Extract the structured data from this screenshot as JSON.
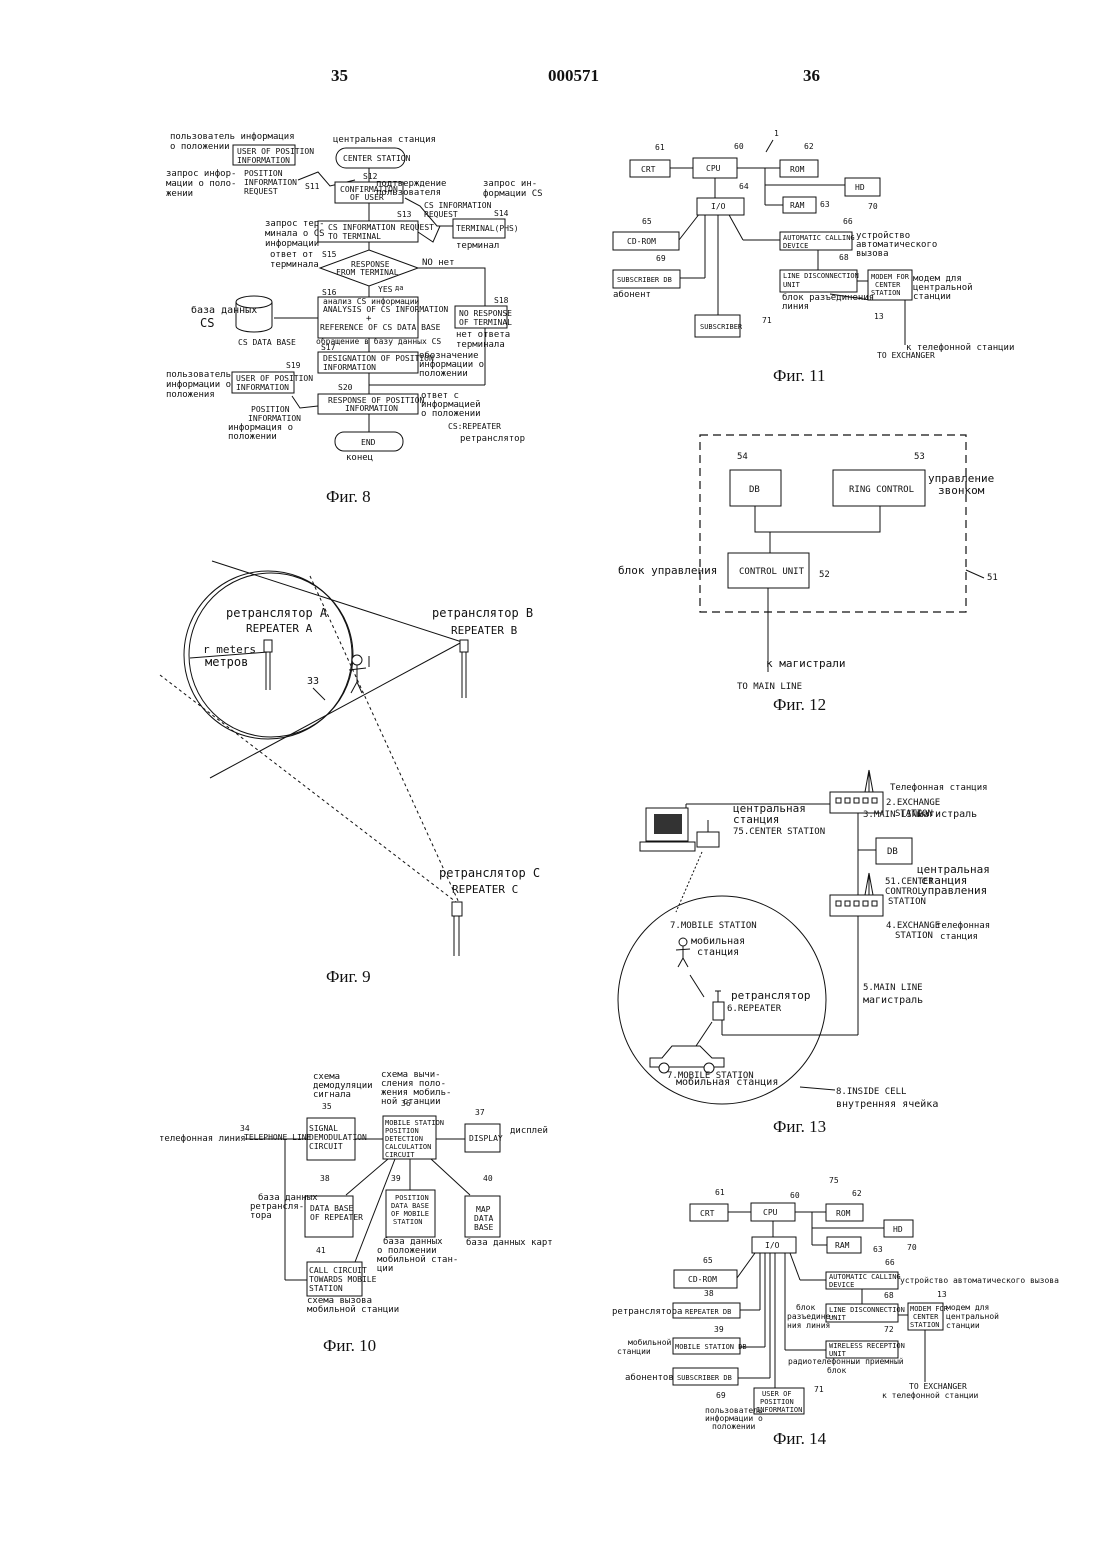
{
  "header": {
    "page_left": "35",
    "doc_number": "000571",
    "page_right": "36"
  },
  "fig8": {
    "caption": "Фиг. 8",
    "user_pos_ru1": "пользователь информация",
    "user_pos_ru2": "о положении",
    "user_pos_en1": "USER OF POSITION",
    "user_pos_en2": "INFORMATION",
    "center_ru": "центральная станция",
    "center_en": "CENTER STATION",
    "req_ru1": "запрос инфор-",
    "req_ru2": "мации о поло-",
    "req_ru3": "жении",
    "req_en1": "POSITION",
    "req_en2": "INFORMATION",
    "req_en3": "REQUEST",
    "s11": "S11",
    "s12": "S12",
    "s13": "S13",
    "s14": "S14",
    "s15": "S15",
    "s16": "S16",
    "s17": "S17",
    "s18": "S18",
    "s19": "S19",
    "s20": "S20",
    "confirm_ru1": "подтверждение",
    "confirm_ru2": "пользователя",
    "confirm_en1": "CONFIRMATION",
    "confirm_en2": "OF USER",
    "cs_req_ru1": "запрос ин-",
    "cs_req_ru2": "формации CS",
    "cs_req_en1": "CS INFORMATION",
    "cs_req_en2": "REQUEST",
    "term_req_ru1": "запрос тер-",
    "term_req_ru2": "минала о CS",
    "term_req_ru3": "информации",
    "term_req_en1": "CS INFORMATION REQUEST",
    "term_req_en2": "TO TERMINAL",
    "terminal_en": "TERMINAL(PHS)",
    "terminal_ru": "терминал",
    "resp_ru1": "ответ от",
    "resp_ru2": "терминала",
    "resp_en1": "RESPONSE",
    "resp_en2": "FROM TERMINAL",
    "no": "NO  нет",
    "yes": "YES",
    "yes_ru": "да",
    "db_ru1": "база данных",
    "db_ru2": "CS",
    "db_en": "CS DATA BASE",
    "analysis_ru": "анализ  CS информации",
    "analysis_en1": "ANALYSIS OF CS INFORMATION",
    "analysis_plus": "+",
    "analysis_en2": "REFERENCE OF CS DATA BASE",
    "analysis_ru2": "обращение в базу данных CS",
    "noresp_en1": "NO RESPONSE",
    "noresp_en2": "OF TERMINAL",
    "noresp_ru1": "нет ответа",
    "noresp_ru2": "терминала",
    "design_en1": "DESIGNATION OF POSITION",
    "design_en2": "INFORMATION",
    "design_ru1": "обозначение",
    "design_ru2": "информации о",
    "design_ru3": "положении",
    "user2_ru1": "пользователь",
    "user2_ru2": "информации о",
    "user2_ru3": "положения",
    "user2_en1": "USER OF POSITION",
    "user2_en2": "INFORMATION",
    "posinfo_en1": "POSITION",
    "posinfo_en2": "INFORMATION",
    "posinfo_ru1": "информация о",
    "posinfo_ru2": "положении",
    "response_en1": "RESPONSE OF POSITION",
    "response_en2": "INFORMATION",
    "response_ru1": "ответ с",
    "response_ru2": "информацией",
    "response_ru3": "о положении",
    "end_en": "END",
    "end_ru": "конец",
    "legend_en": "CS:REPEATER",
    "legend_ru": "ретранслятор"
  },
  "fig9": {
    "caption": "Фиг. 9",
    "rep_a_ru": "ретранслятор A",
    "rep_a_en": "REPEATER A",
    "rep_b_ru": "ретранслятор B",
    "rep_b_en": "REPEATER B",
    "rep_c_ru": "ретранслятор C",
    "rep_c_en": "REPEATER C",
    "r_meters": "r meters",
    "r_ru": "метров",
    "n33": "33"
  },
  "fig10": {
    "caption": "Фиг. 10",
    "tel_ru": "телефонная линия",
    "tel_en": "TELEPHONE LINE",
    "n34": "34",
    "n35": "35",
    "n36": "36",
    "n37": "37",
    "n38": "38",
    "n39": "39",
    "n40": "40",
    "n41": "41",
    "demod_ru1": "схема",
    "demod_ru2": "демодуляции",
    "demod_ru3": "сигнала",
    "demod_en1": "SIGNAL",
    "demod_en2": "DEMODULATION",
    "demod_en3": "CIRCUIT",
    "calc_ru1": "схема вычи-",
    "calc_ru2": "сления поло-",
    "calc_ru3": "жения мобиль-",
    "calc_ru4": "ной станции",
    "calc_en1": "MOBILE STATION",
    "calc_en2": "POSITION",
    "calc_en3": "DETECTION",
    "calc_en4": "CALCULATION",
    "calc_en5": "CIRCUIT",
    "display_en": "DISPLAY",
    "display_ru": "дисплей",
    "rdb_ru1": "база данных",
    "rdb_ru2": "ретрансля-",
    "rdb_ru3": "тора",
    "rdb_en1": "DATA BASE",
    "rdb_en2": "OF REPEATER",
    "pdb_en1": "POSITION",
    "pdb_en2": "DATA BASE",
    "pdb_en3": "OF MOBILE",
    "pdb_en4": "STATION",
    "pdb_ru1": "база данных",
    "pdb_ru2": "о положении",
    "pdb_ru3": "мобильной стан-",
    "pdb_ru4": "ции",
    "map_en1": "MAP",
    "map_en2": "DATA",
    "map_en3": "BASE",
    "map_ru": "база данных карт",
    "call_en1": "CALL CIRCUIT",
    "call_en2": "TOWARDS MOBILE",
    "call_en3": "STATION",
    "call_ru1": "схема вызова",
    "call_ru2": "мобильной станции"
  },
  "fig11": {
    "caption": "Фиг. 11",
    "n1": "1",
    "n60": "60",
    "n61": "61",
    "n62": "62",
    "n63": "63",
    "n64": "64",
    "n65": "65",
    "n66": "66",
    "n68": "68",
    "n69": "69",
    "n70": "70",
    "n71": "71",
    "n13": "13",
    "crt": "CRT",
    "cpu": "CPU",
    "rom": "ROM",
    "hd": "HD",
    "ram": "RAM",
    "io": "I/O",
    "cdrom": "CD-ROM",
    "acd_en1": "AUTOMATIC CALLING",
    "acd_en2": "DEVICE",
    "acd_ru1": "устройство",
    "acd_ru2": "автоматического",
    "acd_ru3": "вызова",
    "sdb": "SUBSCRIBER DB",
    "sdb_ru": "абонент",
    "ldu_en1": "LINE DISCONNECTION",
    "ldu_en2": "UNIT",
    "ldu_ru1": "блок разъединения",
    "ldu_ru2": "линия",
    "modem_en1": "MODEM FOR",
    "modem_en2": "CENTER",
    "modem_en3": "STATION",
    "modem_ru1": "модем для",
    "modem_ru2": "центральной",
    "modem_ru3": "станции",
    "subscriber": "SUBSCRIBER",
    "to_ex_ru": "к телефонной станции",
    "to_ex_en": "TO EXCHANGER"
  },
  "fig12": {
    "caption": "Фиг. 12",
    "n51": "51",
    "n52": "52",
    "n53": "53",
    "n54": "54",
    "db": "DB",
    "ring": "RING CONTROL",
    "ring_ru1": "управление",
    "ring_ru2": "звонком",
    "cu": "CONTROL UNIT",
    "cu_ru": "блок управления",
    "main_ru": "к магистрали",
    "main_en": "TO MAIN LINE"
  },
  "fig13": {
    "caption": "Фиг. 13",
    "tel_st_ru1": "Телефонная станция",
    "ex2_1": "2.EXCHANGE",
    "ex2_2": "STATION",
    "center_ru1": "центральная",
    "center_ru2": "станция",
    "center_en": "75.CENTER STATION",
    "main3": "3.MAIN LINE",
    "main3_ru": "магистраль",
    "db": "DB",
    "ccs_ru1": "центральная",
    "ccs_en1": "51.CENTER",
    "ccs_ru2": "станция",
    "ccs_en2": "CONTROL",
    "ccs_ru3": "управления",
    "ccs_en3": "STATION",
    "ex4_1": "4.EXCHANGE",
    "ex4_2": "STATION",
    "ex4_ru1": "телефонная",
    "ex4_ru2": "станция",
    "ms7a_en": "7.MOBILE STATION",
    "ms7a_ru1": "мобильная",
    "ms7a_ru2": "станция",
    "main5": "5.MAIN LINE",
    "main5_ru": "магистраль",
    "rep_ru": "ретранслятор",
    "rep_en": "6.REPEATER",
    "ms7b_en": "7.MOBILE STATION",
    "ms7b_ru": "мобильная станция",
    "cell_en": "8.INSIDE CELL",
    "cell_ru": "внутренняя ячейка"
  },
  "fig14": {
    "caption": "Фиг. 14",
    "n60": "60",
    "n61": "61",
    "n62": "62",
    "n63": "63",
    "n70": "70",
    "n75": "75",
    "n65": "65",
    "n66": "66",
    "n38": "38",
    "n68": "68",
    "n13": "13",
    "n39": "39",
    "n72": "72",
    "n69": "69",
    "n71": "71",
    "crt": "CRT",
    "cpu": "CPU",
    "rom": "ROM",
    "hd": "HD",
    "ram": "RAM",
    "io": "I/O",
    "cdrom": "CD-ROM",
    "acd_en1": "AUTOMATIC CALLING",
    "acd_en2": "DEVICE",
    "acd_ru": "устройство автоматического вызова",
    "rdb": "REPEATER DB",
    "rdb_ru": "ретранслятора",
    "ldu_en1": "LINE DISCONNECTION",
    "ldu_en2": "UNIT",
    "ldu_ru1": "блок",
    "ldu_ru2": "разъедине-",
    "ldu_ru3": "ния линия",
    "modem_en1": "MODEM FOR",
    "modem_en2": "CENTER",
    "modem_en3": "STATION",
    "modem_ru1": "модем для",
    "modem_ru2": "центральной",
    "modem_ru3": "станции",
    "msdb": "MOBILE STATION DB",
    "msdb_ru1": "мобильной",
    "msdb_ru2": "станции",
    "wru_en1": "WIRELESS RECEPTION",
    "wru_en2": "UNIT",
    "wru_ru1": "радиотелефонный приемный",
    "wru_ru2": "блок",
    "sdb": "SUBSCRIBER DB",
    "sdb_ru": "абонентов",
    "upi_en1": "USER OF",
    "upi_en2": "POSITION",
    "upi_en3": "INFORMATION",
    "upi_ru1": "пользователь",
    "upi_ru2": "информации о",
    "upi_ru3": "положении",
    "to_ex_en": "TO EXCHANGER",
    "to_ex_ru": "к телефонной станции"
  }
}
